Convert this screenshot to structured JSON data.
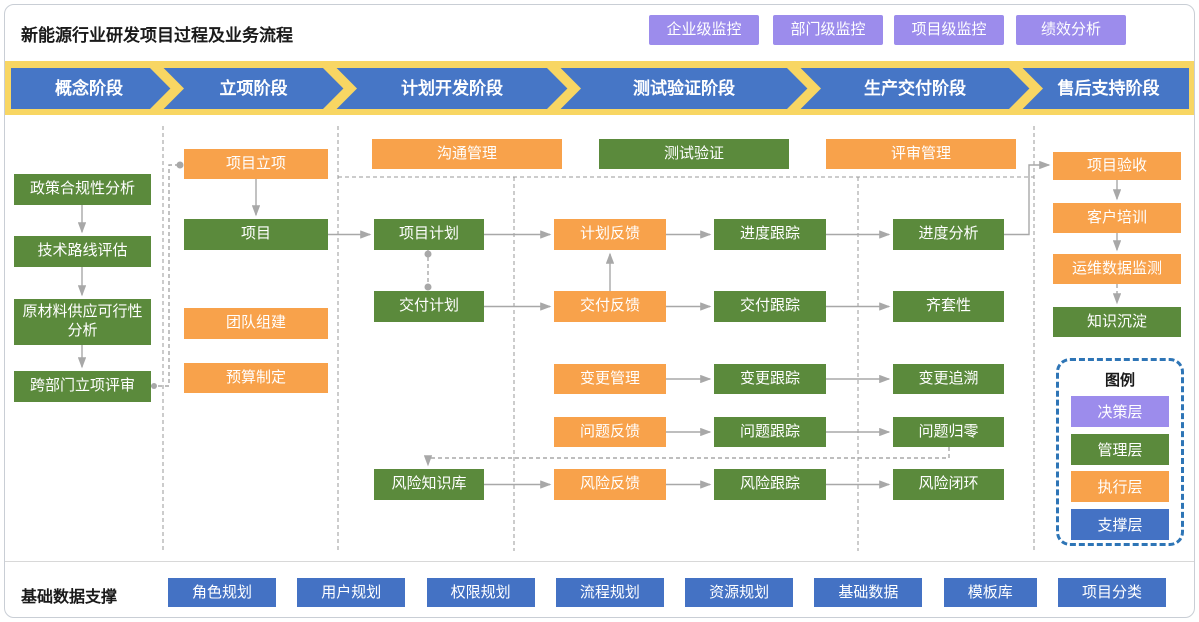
{
  "header": {
    "title": "新能源行业研发项目过程及业务流程",
    "monitors": [
      "企业级监控",
      "部门级监控",
      "项目级监控",
      "绩效分析"
    ]
  },
  "stages": [
    "概念阶段",
    "立项阶段",
    "计划开发阶段",
    "测试验证阶段",
    "生产交付阶段",
    "售后支持阶段"
  ],
  "flow": {
    "concept_column": [
      "政策合规性分析",
      "技术路线评估",
      "原材料供应可行性分析",
      "跨部门立项评审"
    ],
    "initiation_column": [
      "项目立项",
      "项目",
      "团队组建",
      "预算制定"
    ],
    "management_bar": [
      "沟通管理",
      "测试验证",
      "评审管理"
    ],
    "rows": {
      "plan": [
        "项目计划",
        "计划反馈",
        "进度跟踪",
        "进度分析"
      ],
      "delivery": [
        "交付计划",
        "交付反馈",
        "交付跟踪",
        "齐套性"
      ],
      "change": [
        "变更管理",
        "变更跟踪",
        "变更追溯"
      ],
      "issue": [
        "问题反馈",
        "问题跟踪",
        "问题归零"
      ],
      "risk": [
        "风险知识库",
        "风险反馈",
        "风险跟踪",
        "风险闭环"
      ]
    },
    "aftersales_column": [
      "项目验收",
      "客户培训",
      "运维数据监测",
      "知识沉淀"
    ]
  },
  "legend": {
    "title": "图例",
    "items": [
      {
        "label": "决策层",
        "color": "#9c8cec"
      },
      {
        "label": "管理层",
        "color": "#5b8a3c"
      },
      {
        "label": "执行层",
        "color": "#f8a24b"
      },
      {
        "label": "支撑层",
        "color": "#4472c4"
      }
    ]
  },
  "footer": {
    "label": "基础数据支撑",
    "buttons": [
      "角色规划",
      "用户规划",
      "权限规划",
      "流程规划",
      "资源规划",
      "基础数据",
      "模板库",
      "项目分类"
    ]
  },
  "colors": {
    "banner_yellow": "#f8d663",
    "stage_blue": "#4676c6",
    "executive_orange": "#f8a24b",
    "management_green": "#5b8a3c",
    "decision_purple": "#9c8cec",
    "support_blue": "#4472c4",
    "connector_gray": "#a8a8a8",
    "legend_border_blue": "#2e75b6"
  }
}
